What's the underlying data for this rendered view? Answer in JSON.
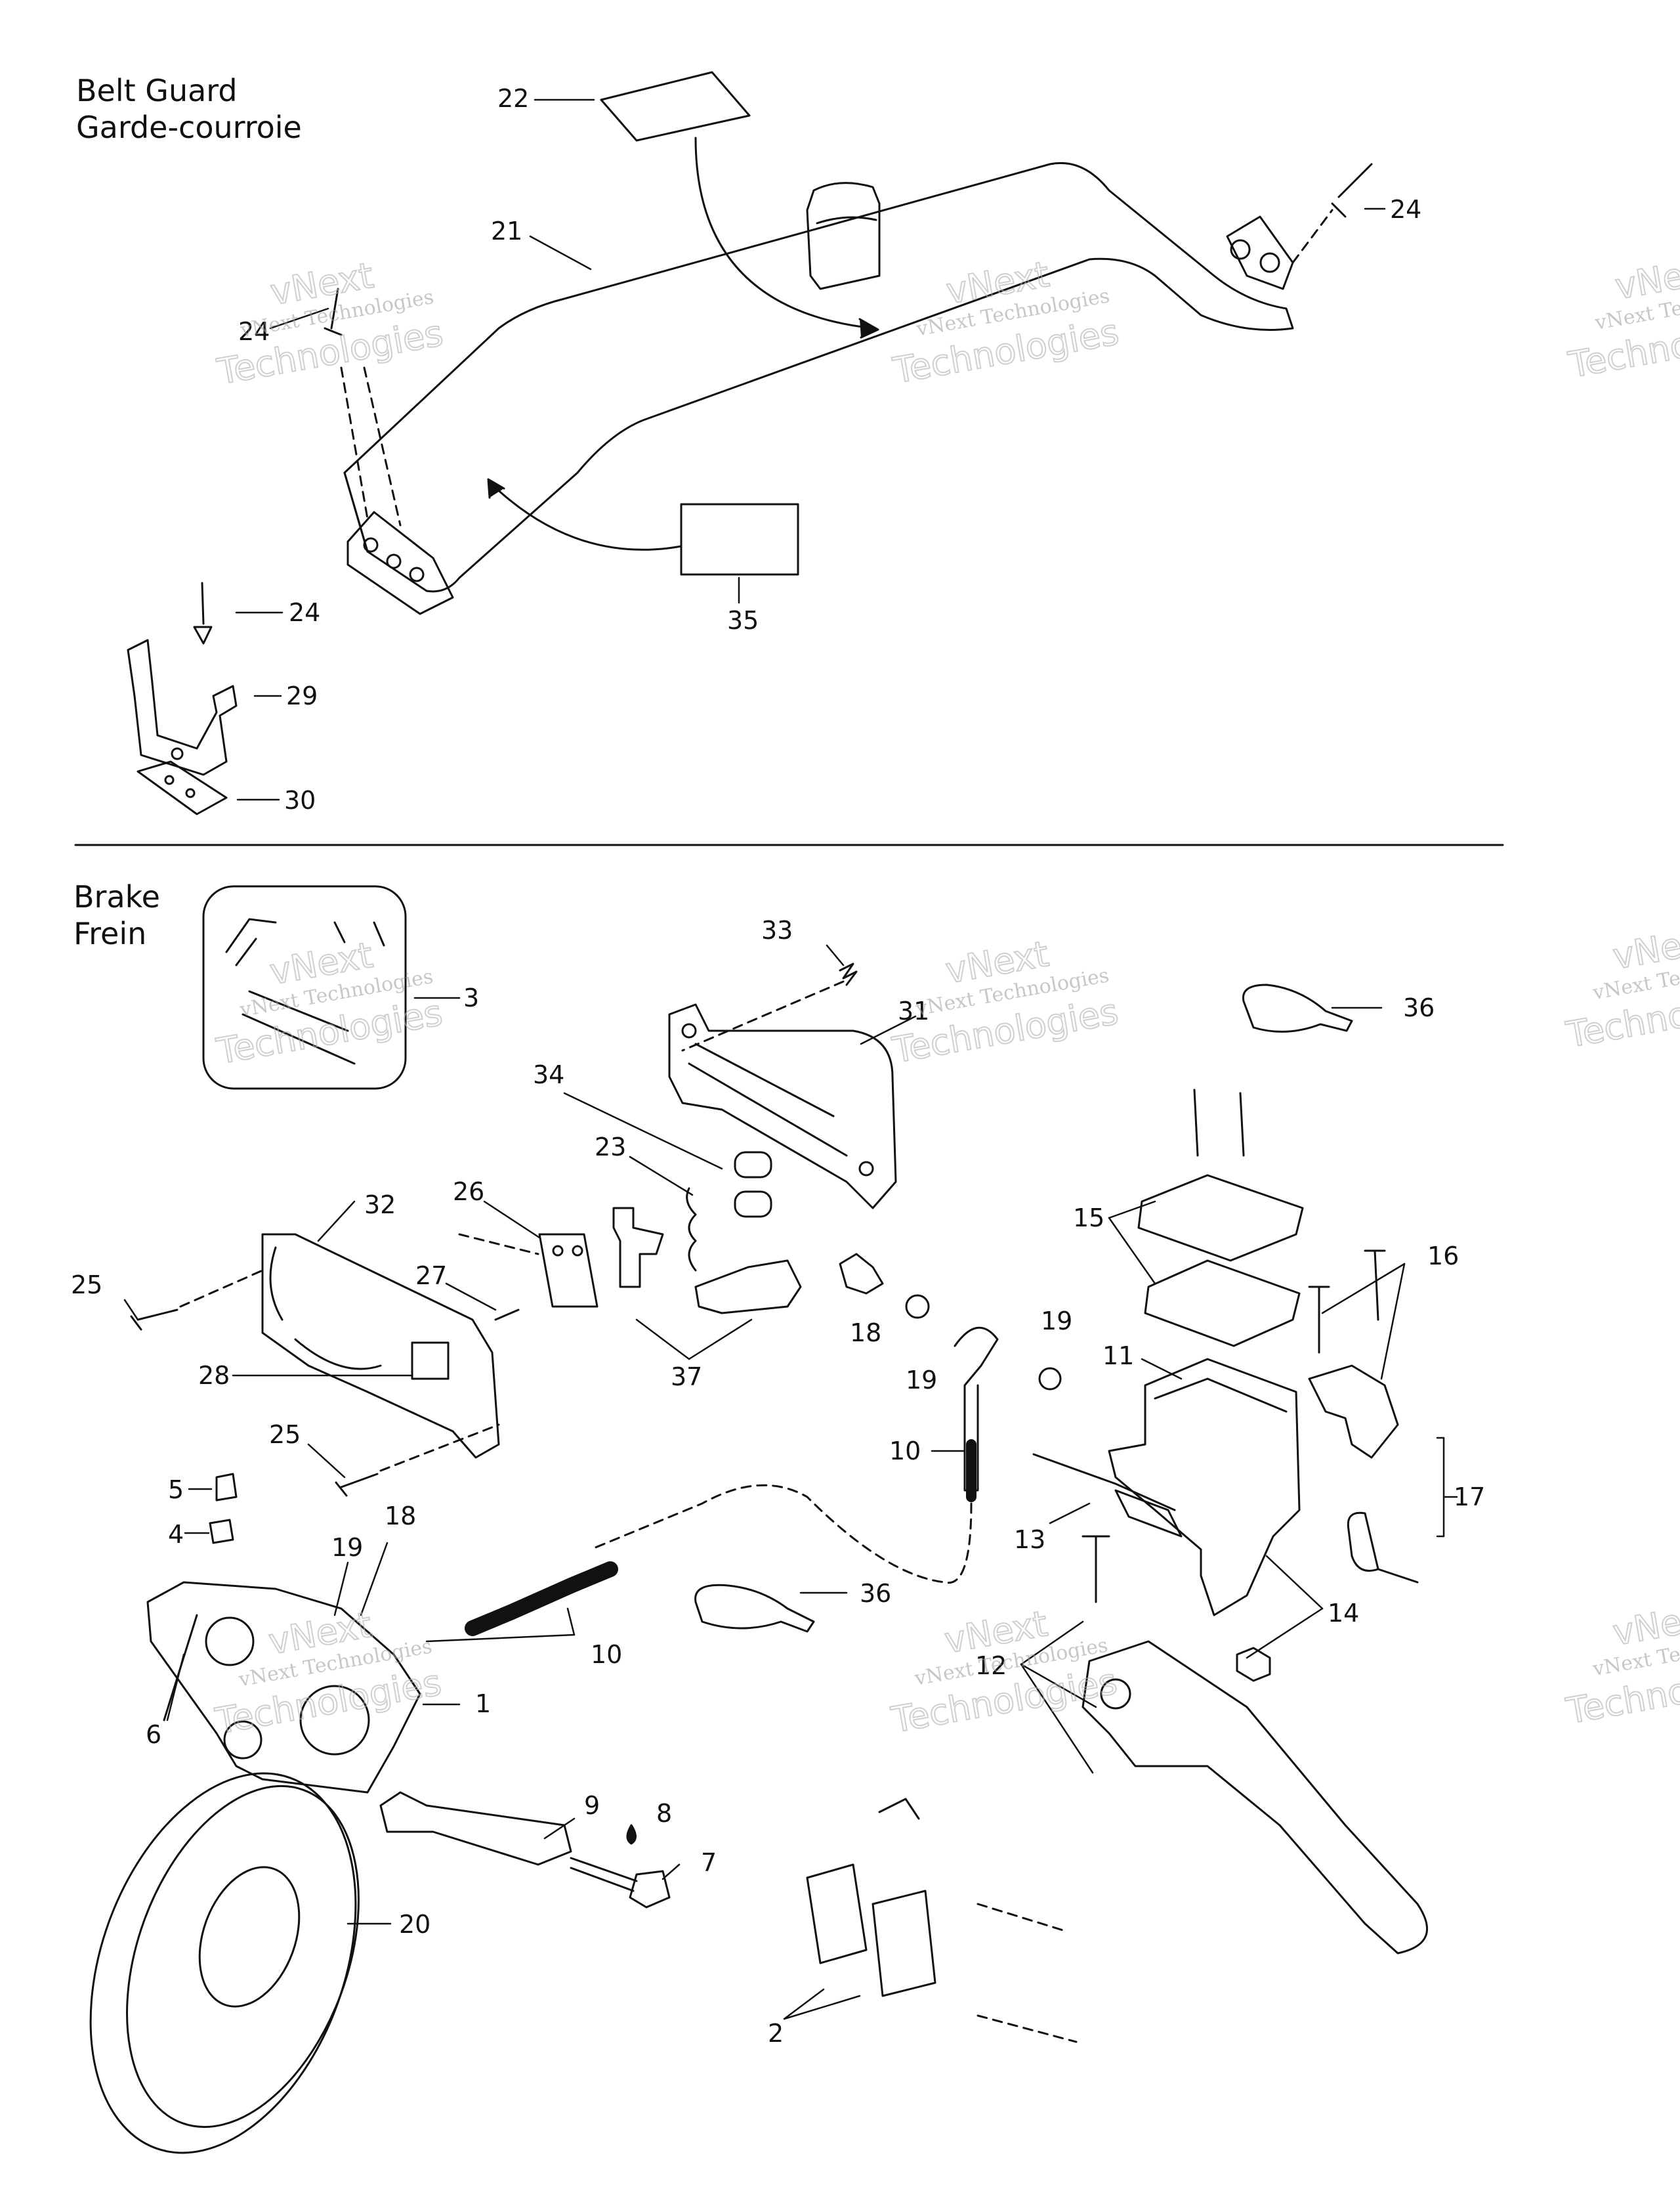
{
  "sections": {
    "belt_guard": {
      "title_en": "Belt Guard",
      "title_fr": "Garde-courroie"
    },
    "brake": {
      "title_en": "Brake",
      "title_fr": "Frein"
    }
  },
  "watermark": {
    "line1": "vNext Technologies",
    "line2": "vNext",
    "line3": "Technologies"
  },
  "callouts": [
    {
      "id": "c22",
      "text": "22"
    },
    {
      "id": "c21",
      "text": "21"
    },
    {
      "id": "c24a",
      "text": "24"
    },
    {
      "id": "c24b",
      "text": "24"
    },
    {
      "id": "c24c",
      "text": "24"
    },
    {
      "id": "c35",
      "text": "35"
    },
    {
      "id": "c29",
      "text": "29"
    },
    {
      "id": "c30",
      "text": "30"
    },
    {
      "id": "c33",
      "text": "33"
    },
    {
      "id": "c31",
      "text": "31"
    },
    {
      "id": "c3",
      "text": "3"
    },
    {
      "id": "c36a",
      "text": "36"
    },
    {
      "id": "c34",
      "text": "34"
    },
    {
      "id": "c23",
      "text": "23"
    },
    {
      "id": "c32",
      "text": "32"
    },
    {
      "id": "c26",
      "text": "26"
    },
    {
      "id": "c15",
      "text": "15"
    },
    {
      "id": "c16",
      "text": "16"
    },
    {
      "id": "c25a",
      "text": "25"
    },
    {
      "id": "c27",
      "text": "27"
    },
    {
      "id": "c18a",
      "text": "18"
    },
    {
      "id": "c19a",
      "text": "19"
    },
    {
      "id": "c11",
      "text": "11"
    },
    {
      "id": "c19b",
      "text": "19"
    },
    {
      "id": "c28",
      "text": "28"
    },
    {
      "id": "c37",
      "text": "37"
    },
    {
      "id": "c25b",
      "text": "25"
    },
    {
      "id": "c10a",
      "text": "10"
    },
    {
      "id": "c17",
      "text": "17"
    },
    {
      "id": "c5",
      "text": "5"
    },
    {
      "id": "c4",
      "text": "4"
    },
    {
      "id": "c13",
      "text": "13"
    },
    {
      "id": "c19c",
      "text": "19"
    },
    {
      "id": "c18b",
      "text": "18"
    },
    {
      "id": "c36b",
      "text": "36"
    },
    {
      "id": "c14",
      "text": "14"
    },
    {
      "id": "c10b",
      "text": "10"
    },
    {
      "id": "c12",
      "text": "12"
    },
    {
      "id": "c1",
      "text": "1"
    },
    {
      "id": "c6",
      "text": "6"
    },
    {
      "id": "c9",
      "text": "9"
    },
    {
      "id": "c8",
      "text": "8"
    },
    {
      "id": "c7",
      "text": "7"
    },
    {
      "id": "c20",
      "text": "20"
    },
    {
      "id": "c2",
      "text": "2"
    }
  ],
  "colors": {
    "line": "#111111",
    "background": "#ffffff",
    "watermark": "#9a9a9a"
  }
}
